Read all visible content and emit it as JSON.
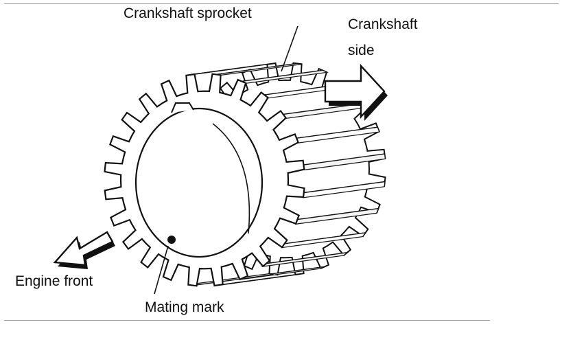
{
  "labels": {
    "sprocket": "Crankshaft sprocket",
    "crank_side_line1": "Crankshaft",
    "crank_side_line2": "side",
    "engine_front": "Engine front",
    "mating_mark": "Mating mark"
  },
  "colors": {
    "ink": "#111111",
    "paper": "#ffffff",
    "rule": "#9a9a9a"
  },
  "icons": {
    "arrow_crankshaft_side": "arrow-right-block-icon",
    "arrow_engine_front": "arrow-left-block-icon",
    "mark_dot": "mating-mark-dot-icon"
  }
}
